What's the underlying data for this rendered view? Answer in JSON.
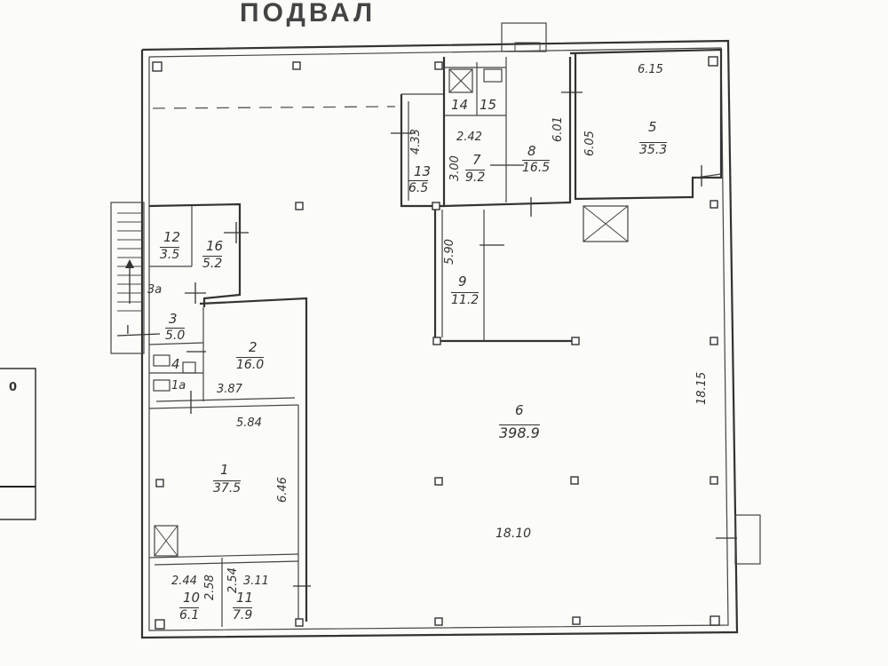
{
  "title": "ПОДВАЛ",
  "rooms": [
    {
      "number": "1",
      "area": "37.5"
    },
    {
      "number": "2",
      "area": "16.0"
    },
    {
      "number": "3",
      "area": "5.0"
    },
    {
      "number": "4",
      "area": ""
    },
    {
      "number": "5",
      "area": "35.3"
    },
    {
      "number": "6",
      "area": "398.9"
    },
    {
      "number": "7",
      "area": "9.2"
    },
    {
      "number": "8",
      "area": "16.5"
    },
    {
      "number": "9",
      "area": "11.2"
    },
    {
      "number": "10",
      "area": "6.1"
    },
    {
      "number": "11",
      "area": "7.9"
    },
    {
      "number": "12",
      "area": "3.5"
    },
    {
      "number": "13",
      "area": "6.5"
    },
    {
      "number": "14",
      "area": ""
    },
    {
      "number": "15",
      "area": ""
    },
    {
      "number": "16",
      "area": "5.2"
    },
    {
      "number": "3a",
      "area": ""
    },
    {
      "number": "1a",
      "area": ""
    }
  ],
  "dimensions": {
    "d615": "6.15",
    "d601": "6.01",
    "d605": "6.05",
    "d433": "4.33",
    "d242": "2.42",
    "d300": "3.00",
    "d590": "5.90",
    "d1815": "18.15",
    "d1810": "18.10",
    "d584": "5.84",
    "d387": "3.87",
    "d646": "6.46",
    "d244": "2.44",
    "d258": "2.58",
    "d254": "2.54",
    "d311": "3.11"
  },
  "section_mark": "I",
  "margin_text": "0"
}
